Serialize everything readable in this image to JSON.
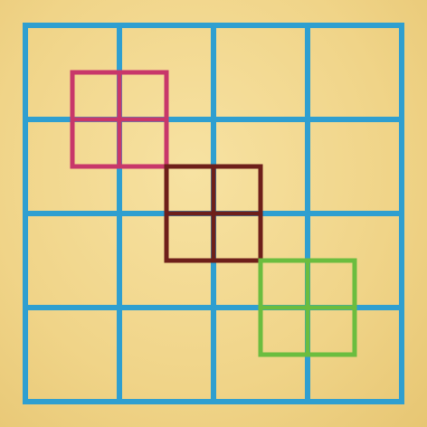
{
  "puzzle": {
    "background": "#f3d995",
    "grid": {
      "rows": 4,
      "cols": 4,
      "color": "#2f9fd0"
    },
    "overlays": [
      {
        "name": "pink-square",
        "color": "#c8376a",
        "row": 0.5,
        "col": 0.5,
        "span": 1
      },
      {
        "name": "dark-red-square",
        "color": "#6e1f1a",
        "row": 1.5,
        "col": 1.5,
        "span": 1
      },
      {
        "name": "green-square",
        "color": "#6bbd3f",
        "row": 2.5,
        "col": 2.5,
        "span": 1
      }
    ]
  }
}
